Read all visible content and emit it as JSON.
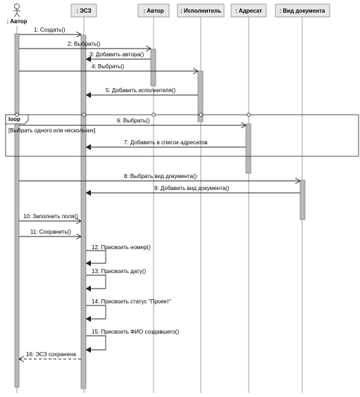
{
  "actor": {
    "label": ": Автор"
  },
  "objects": [
    {
      "label": ": ЭСЗ"
    },
    {
      "label": ": Автор"
    },
    {
      "label": ": Исполнитель"
    },
    {
      "label": ": Адресат"
    },
    {
      "label": ": Вид документа"
    }
  ],
  "fragment": {
    "operator": "loop",
    "guard": "[Выбрать одного или нескольких]"
  },
  "messages": [
    "1: Создать()",
    "2: Выбрать()",
    "3: Добавить автора()",
    "4: Выбрать()",
    "5: Добавить исполнителя()",
    "6: Выбрать()",
    "7: Добавить в список адресатов",
    "8: Выбрать вид документа()",
    "9: Добавить вид документа()",
    "10: Заполнить поля()",
    "11: Сохранить()",
    "12: Присвоить номер()",
    "13: Присвоить дату()",
    "14: Присвоить статус \"Проект\"",
    "15: Присвоить ФИО создавшего()",
    "16: ЭСЗ сохранена"
  ]
}
